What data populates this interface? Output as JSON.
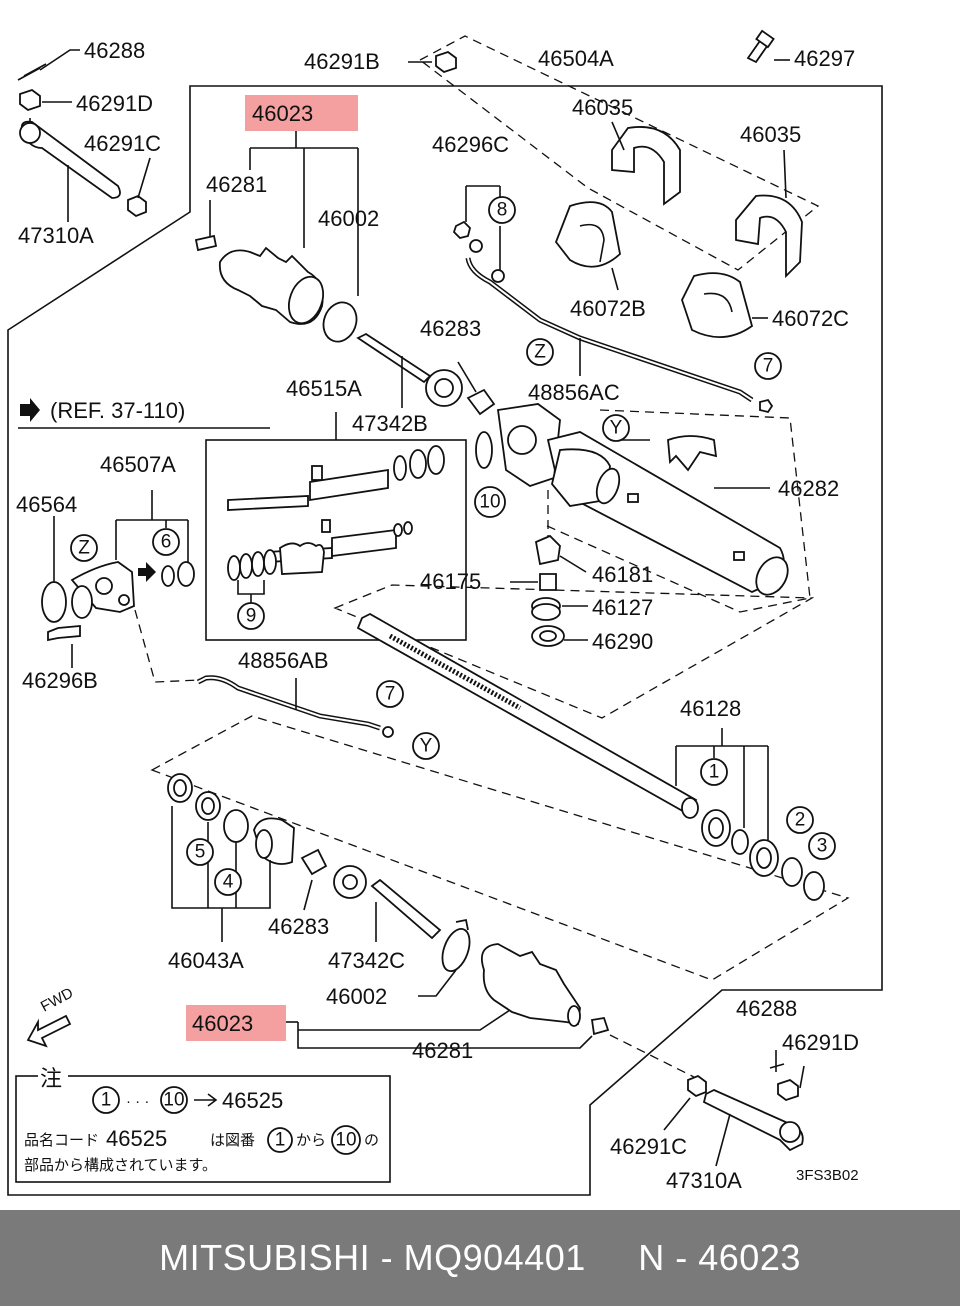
{
  "colors": {
    "highlight": "#f4a0a0",
    "line": "#111111",
    "footer_bg": "#7a7a7a",
    "footer_text": "#ffffff"
  },
  "labels": {
    "l46288a": "46288",
    "l46291da": "46291D",
    "l46291ca": "46291C",
    "l47310aa": "47310A",
    "l46291b": "46291B",
    "l46504a": "46504A",
    "l46297": "46297",
    "l46023a": "46023",
    "l46281a": "46281",
    "l46002a": "46002",
    "l46035a": "46035",
    "l46035b": "46035",
    "l46296c": "46296C",
    "l46072b": "46072B",
    "l46072c": "46072C",
    "l46283a": "46283",
    "l48856ac": "48856AC",
    "l46515a": "46515A",
    "l47342b": "47342B",
    "ref": "(REF. 37-110)",
    "l46507a": "46507A",
    "l46564": "46564",
    "l46282": "46282",
    "l46181": "46181",
    "l46175": "46175",
    "l46127": "46127",
    "l46290": "46290",
    "l46296b": "46296B",
    "l48856ab": "48856AB",
    "l46128": "46128",
    "l46283b": "46283",
    "l46043a": "46043A",
    "l47342c": "47342C",
    "l46002b": "46002",
    "l46023b": "46023",
    "l46281b": "46281",
    "l46288b": "46288",
    "l46291db": "46291D",
    "l46291cb": "46291C",
    "l47310ab": "47310A",
    "code": "3FS3B02",
    "fwd": "FWD"
  },
  "callouts": {
    "c1": "1",
    "c2": "2",
    "c3": "3",
    "c4": "4",
    "c5": "5",
    "c6": "6",
    "c7a": "7",
    "c7b": "7",
    "c8": "8",
    "c9": "9",
    "c10": "10",
    "cY": "Y",
    "cY2": "Y",
    "cZ": "Z",
    "cZ2": "Z"
  },
  "note": {
    "title": "注",
    "range_a": "1",
    "range_dots": "· · ·",
    "range_b": "10",
    "range_part": "46525",
    "line2_a": "品名コード",
    "line2_code": "46525",
    "line2_b": "は図番",
    "line2_c": "1",
    "line2_d": "から",
    "line2_e": "10",
    "line2_f": "の",
    "line3": "部品から構成されています。"
  },
  "footer": {
    "text": "MITSUBISHI - MQ904401     N - 46023"
  }
}
